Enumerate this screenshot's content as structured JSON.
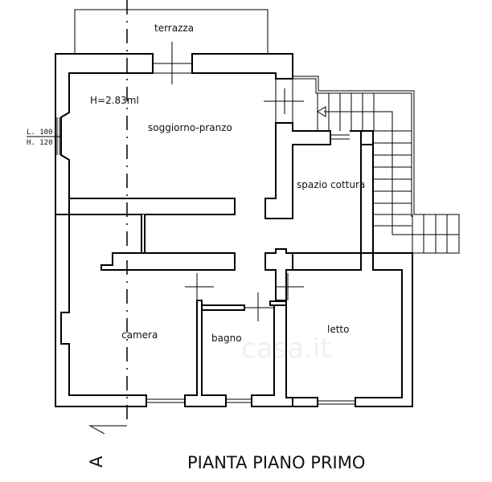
{
  "plan": {
    "title": "PIANTA PIANO PRIMO",
    "section_mark": "A",
    "ceiling_height": "H=2.83ml",
    "window_note": {
      "width": "L. 100",
      "height": "H. 120"
    },
    "rooms": {
      "terrace": "terrazza",
      "living_dining": "soggiorno-pranzo",
      "kitchen": "spazio cottura",
      "bedroom_1": "camera",
      "bathroom": "bagno",
      "bedroom_2": "letto"
    },
    "watermark": "casa.it"
  }
}
